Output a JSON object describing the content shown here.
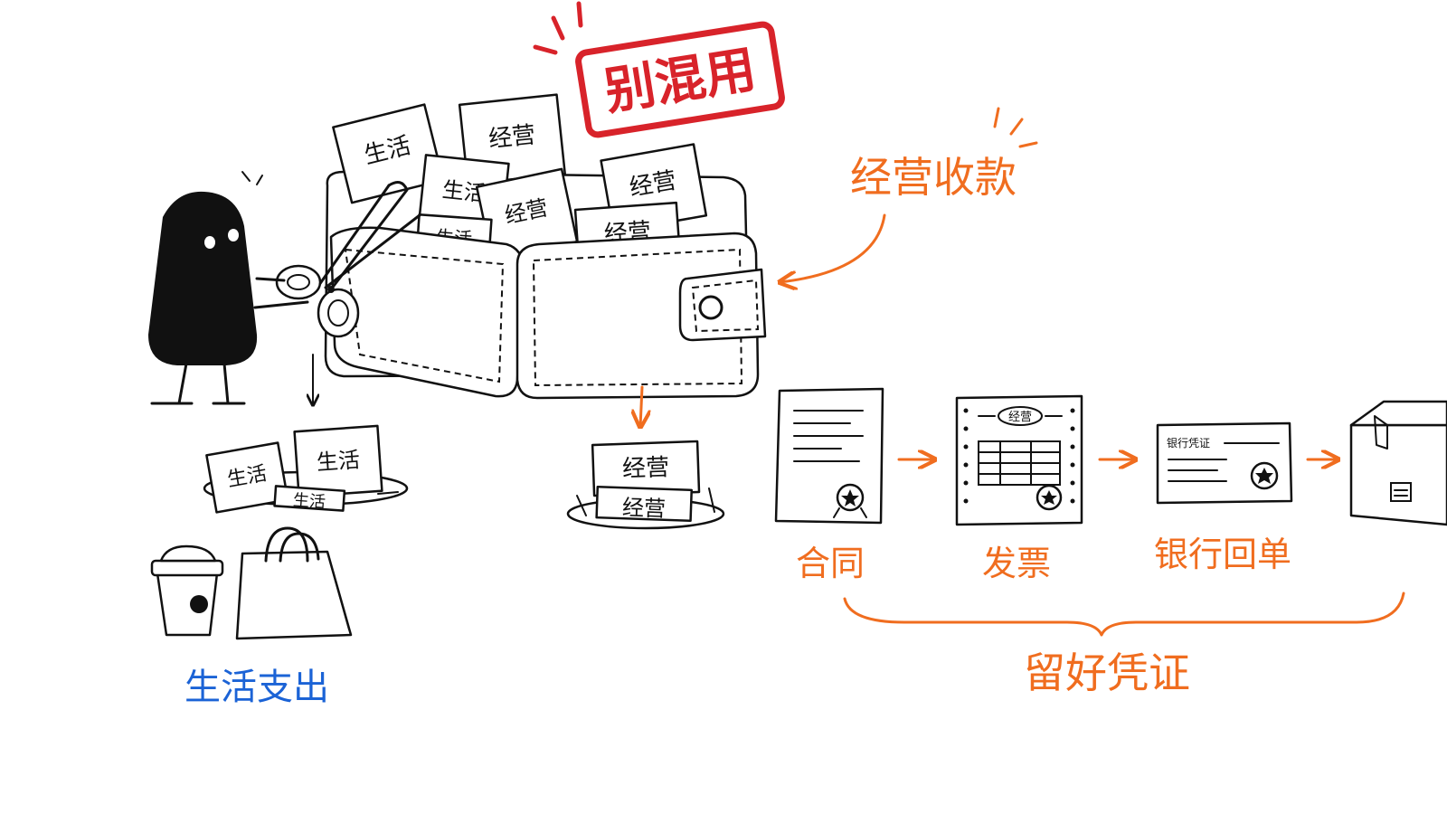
{
  "stamp": {
    "text": "别混用",
    "color": "#d8232a"
  },
  "wallet_slips": [
    "生活",
    "经营",
    "生活",
    "经营",
    "经营",
    "经营",
    "生活"
  ],
  "business_income_label": "经营收款",
  "personal_pile": {
    "slips": [
      "生活",
      "生活",
      "生活"
    ]
  },
  "business_pile": {
    "slips": [
      "经营",
      "经营"
    ]
  },
  "personal_label": "生活支出",
  "documents": {
    "contract": "合同",
    "invoice": "发票",
    "invoice_header": "经营",
    "bank_receipt": "银行回单",
    "bank_receipt_header": "银行凭证"
  },
  "keep_records_label": "留好凭证",
  "colors": {
    "orange": "#f06d1f",
    "blue": "#1b63d6",
    "red": "#d8232a",
    "ink": "#111111"
  },
  "icons": [
    "scissors-icon",
    "coffee-cup-icon",
    "shopping-bag-icon",
    "delivery-box-icon",
    "seal-icon",
    "wallet-icon"
  ]
}
